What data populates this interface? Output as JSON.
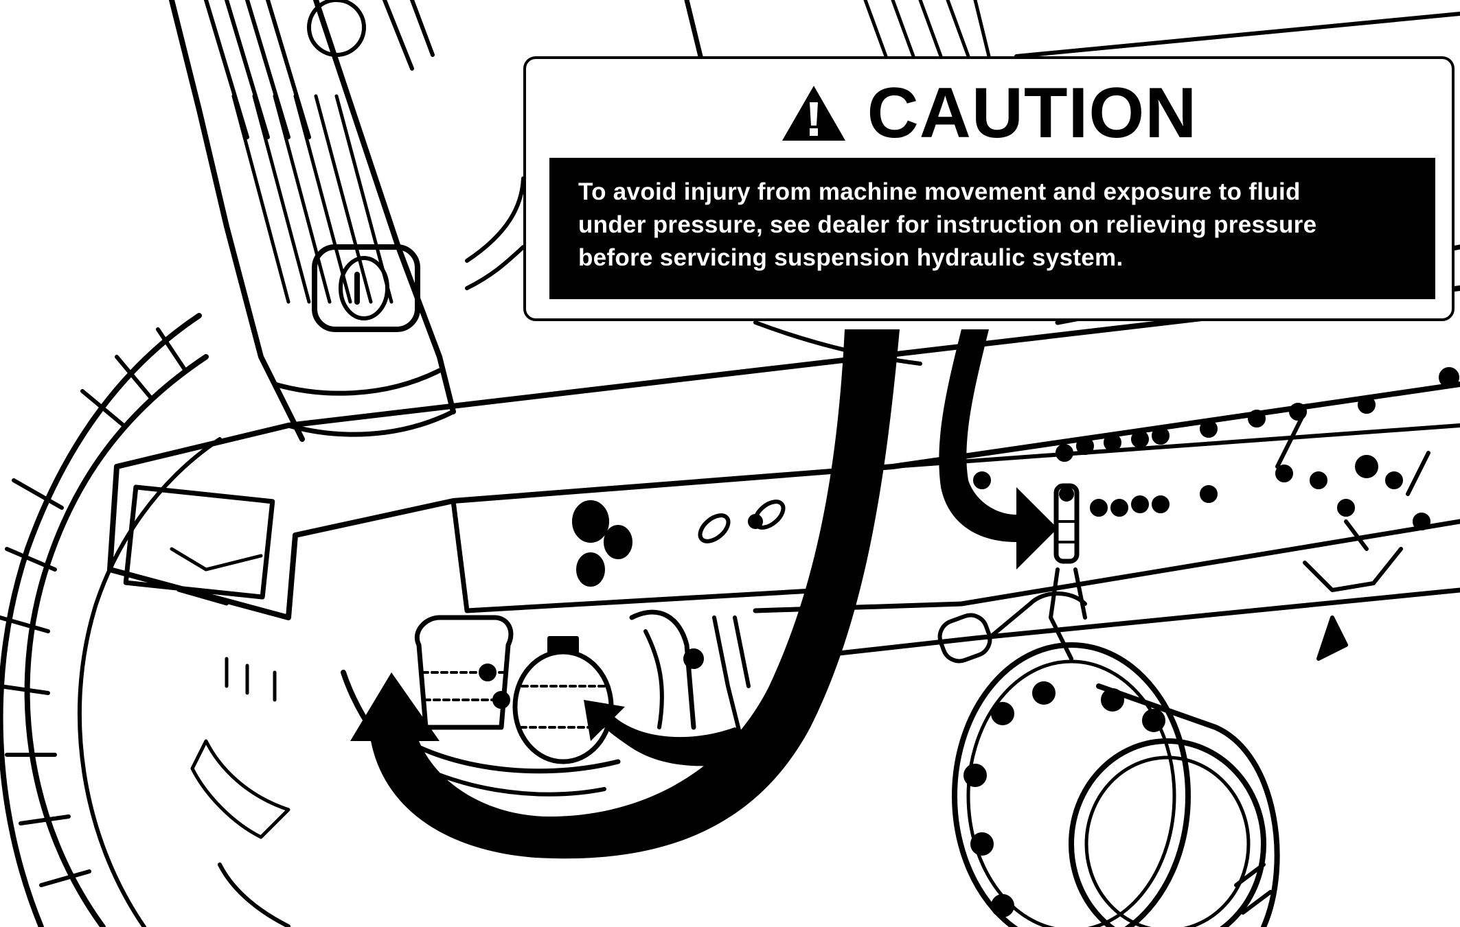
{
  "label": {
    "title": "CAUTION",
    "icon": "warning-triangle-icon",
    "body_lines": [
      "To avoid injury from machine movement and exposure to fluid",
      "under pressure, see dealer for instruction on relieving pressure",
      "before servicing suspension hydraulic system."
    ]
  },
  "colors": {
    "ink": "#000000",
    "paper": "#ffffff"
  }
}
